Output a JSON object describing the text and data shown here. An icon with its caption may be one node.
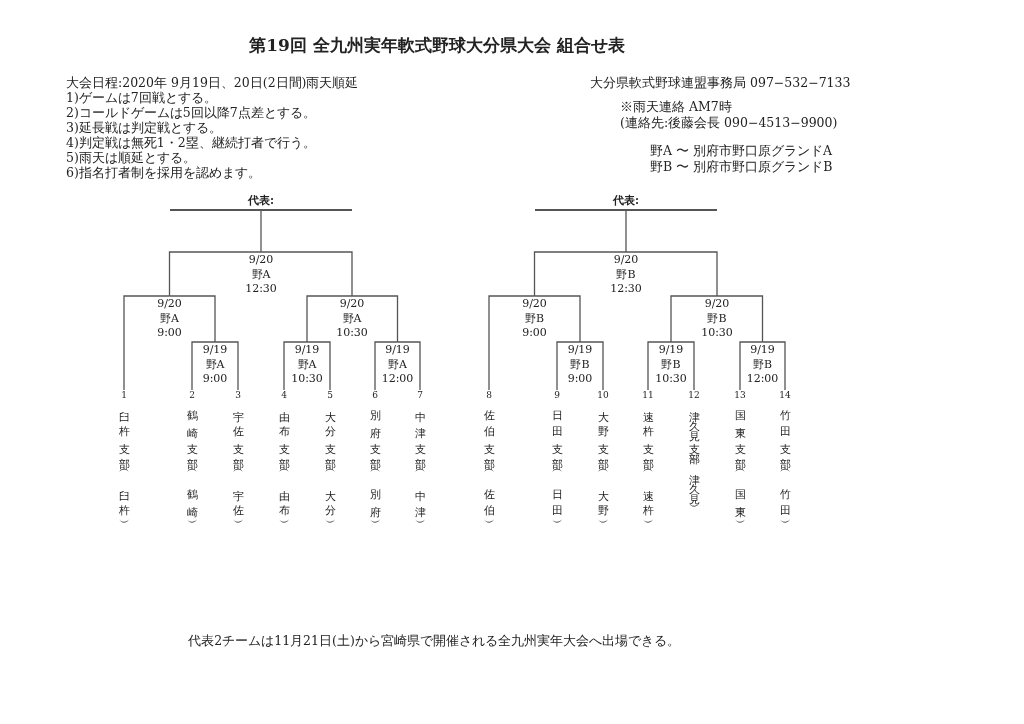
{
  "diagram": {
    "title": "第19回 全九州実年軟式野球大分県大会 組合せ表",
    "caption": "代表2チームは11月21日(土)から宮崎県で開催される全九州実年大会へ出場できる。",
    "nodes": [
      {
        "text": [
          "代表:"
        ]
      },
      {
        "text": [
          "代表:"
        ]
      },
      {
        "text": [
          "9/20 野A 12:30"
        ]
      },
      {
        "text": [
          "9/20 野B 12:30"
        ]
      },
      {
        "text": [
          "9/20 野A 9:00"
        ]
      },
      {
        "text": [
          "9/20 野A 10:30"
        ]
      },
      {
        "text": [
          "9/20 野B 9:00"
        ]
      },
      {
        "text": [
          "9/20 野B 10:30"
        ]
      },
      {
        "text": [
          "9/19 野A 9:00"
        ]
      },
      {
        "text": [
          "9/19 野A 10:30"
        ]
      },
      {
        "text": [
          "9/19 野A 12:00"
        ]
      },
      {
        "text": [
          "9/19 野B 9:00"
        ]
      },
      {
        "text": [
          "9/19 野B 10:30"
        ]
      },
      {
        "text": [
          "9/19 野B 12:00"
        ]
      },
      {
        "text": [
          "1",
          "臼杵支部（臼杵）"
        ]
      },
      {
        "text": [
          "2",
          "鶴崎支部（鶴崎）"
        ]
      },
      {
        "text": [
          "3",
          "宇佐支部（宇佐）"
        ]
      },
      {
        "text": [
          "4",
          "由布支部（由布）"
        ]
      },
      {
        "text": [
          "5",
          "大分支部（大分）"
        ]
      },
      {
        "text": [
          "6",
          "別府支部（別府）"
        ]
      },
      {
        "text": [
          "7",
          "中津支部（中津）"
        ]
      },
      {
        "text": [
          "8",
          "佐伯支部（佐伯）"
        ]
      },
      {
        "text": [
          "9",
          "日田支部（日田）"
        ]
      },
      {
        "text": [
          "10",
          "大野支部（大野）"
        ]
      },
      {
        "text": [
          "11",
          "速杵支部（速杵）"
        ]
      },
      {
        "text": [
          "12",
          "津久見支部（津久見）"
        ]
      },
      {
        "text": [
          "13",
          "国東支部（国東）"
        ]
      },
      {
        "text": [
          "14",
          "竹田支部（竹田）"
        ]
      }
    ],
    "edges": [
      {
        "from": 14,
        "to": 4,
        "arrow": "none"
      },
      {
        "from": 15,
        "to": 8,
        "arrow": "none"
      },
      {
        "from": 16,
        "to": 8,
        "arrow": "none"
      },
      {
        "from": 8,
        "to": 4,
        "arrow": "none"
      },
      {
        "from": 17,
        "to": 9,
        "arrow": "none"
      },
      {
        "from": 18,
        "to": 9,
        "arrow": "none"
      },
      {
        "from": 19,
        "to": 10,
        "arrow": "none"
      },
      {
        "from": 20,
        "to": 10,
        "arrow": "none"
      },
      {
        "from": 9,
        "to": 5,
        "arrow": "none"
      },
      {
        "from": 10,
        "to": 5,
        "arrow": "none"
      },
      {
        "from": 4,
        "to": 2,
        "arrow": "none"
      },
      {
        "from": 5,
        "to": 2,
        "arrow": "none"
      },
      {
        "from": 2,
        "to": 0,
        "arrow": "none"
      },
      {
        "from": 21,
        "to": 6,
        "arrow": "none"
      },
      {
        "from": 22,
        "to": 11,
        "arrow": "none"
      },
      {
        "from": 23,
        "to": 11,
        "arrow": "none"
      },
      {
        "from": 11,
        "to": 6,
        "arrow": "none"
      },
      {
        "from": 24,
        "to": 12,
        "arrow": "none"
      },
      {
        "from": 25,
        "to": 12,
        "arrow": "none"
      },
      {
        "from": 26,
        "to": 13,
        "arrow": "none"
      },
      {
        "from": 27,
        "to": 13,
        "arrow": "none"
      },
      {
        "from": 12,
        "to": 7,
        "arrow": "none"
      },
      {
        "from": 13,
        "to": 7,
        "arrow": "none"
      },
      {
        "from": 6,
        "to": 3,
        "arrow": "none"
      },
      {
        "from": 7,
        "to": 3,
        "arrow": "none"
      },
      {
        "from": 3,
        "to": 1,
        "arrow": "none"
      }
    ],
    "labels": [
      "大会日程:2020年 9月19日、20日(2日間)雨天順延",
      "1)ゲームは7回戦とする。",
      "2)コールドゲームは5回以降7点差とする。",
      "3)延長戦は判定戦とする。",
      "4)判定戦は無死1・2塁、継続打者で行う。",
      "5)雨天は順延とする。",
      "6)指名打者制を採用を認めます。",
      "大分県軟式野球連盟事務局 097−532−7133",
      "※雨天連絡 AM7時",
      "(連絡先:後藤会長 090−4513−9900)",
      "野A 〜 別府市野口原グランドA",
      "野B 〜 別府市野口原グランドB"
    ]
  }
}
